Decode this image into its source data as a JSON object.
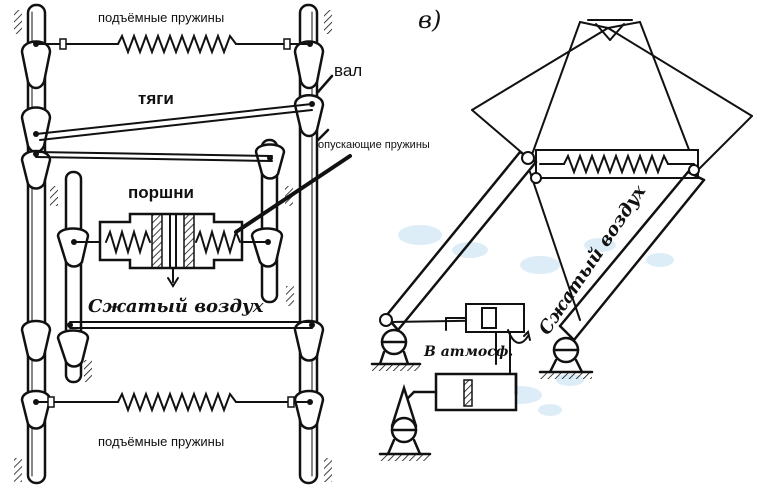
{
  "left_diagram": {
    "label_lift_springs_top": "подъёмные пружины",
    "label_shaft": "вал",
    "label_rods": "тяги",
    "label_lowering_springs": "опускающие пружины",
    "label_pistons": "поршни",
    "label_compressed_air": "Сжатый воздух",
    "label_lift_springs_bottom": "подъёмные пружины"
  },
  "right_diagram": {
    "panel_letter": "в)",
    "label_compressed_air": "Сжатый воздух",
    "label_to_atmosphere": "В атмосф."
  },
  "colors": {
    "ink": "#111111",
    "watermark": "#cfe6f5"
  }
}
